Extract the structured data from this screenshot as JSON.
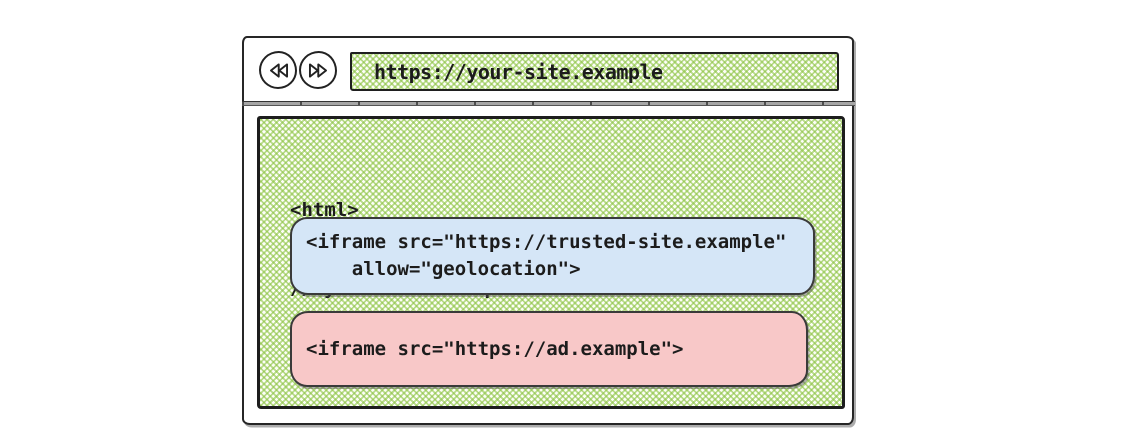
{
  "colors": {
    "ink": "#1c1c1c",
    "hatch_green": "#8bc342",
    "trusted_iframe_fill": "#d5e6f7",
    "ad_iframe_fill": "#f8c8c8",
    "divider_gray": "#a6a6a6"
  },
  "browser": {
    "url": "https://your-site.example",
    "back_icon": "rewind-double-triangle-left",
    "forward_icon": "fast-forward-double-triangle-right"
  },
  "page": {
    "code_line1": "<html>",
    "code_line2": "// your-site.example code",
    "trusted_iframe": {
      "line1": "<iframe src=\"https://trusted-site.example\"",
      "line2": "    allow=\"geolocation\">"
    },
    "ad_iframe": {
      "line1": "<iframe src=\"https://ad.example\">"
    }
  }
}
